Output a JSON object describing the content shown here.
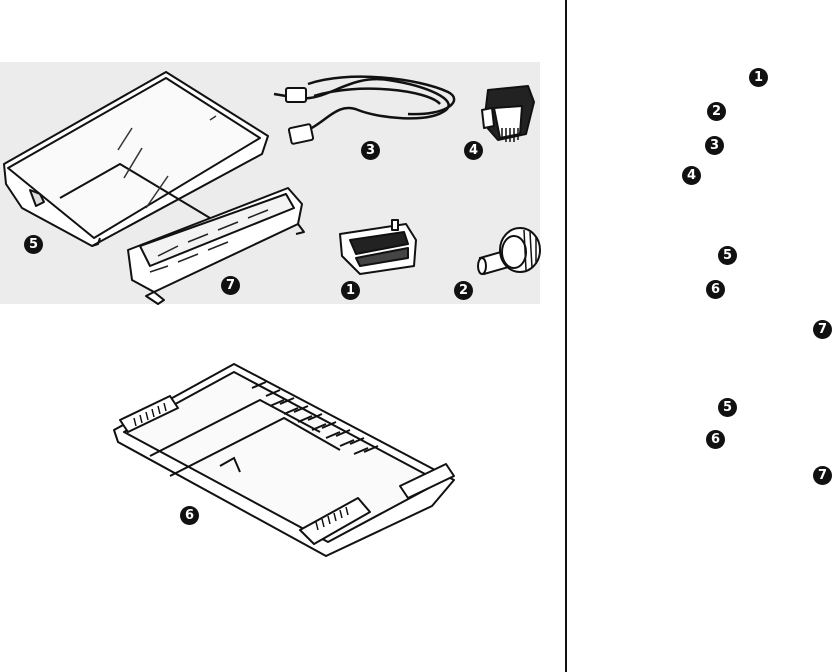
{
  "callouts_figure_top": {
    "cover": "5",
    "tractor": "7",
    "power_cord": "3",
    "printhead": "4",
    "ribbon": "1",
    "platen_knob": "2"
  },
  "callouts_figure_bottom": {
    "paper_separator": "6"
  },
  "callouts_right_column": [
    "1",
    "2",
    "3",
    "4",
    "5",
    "6",
    "7",
    "5",
    "6",
    "7"
  ]
}
